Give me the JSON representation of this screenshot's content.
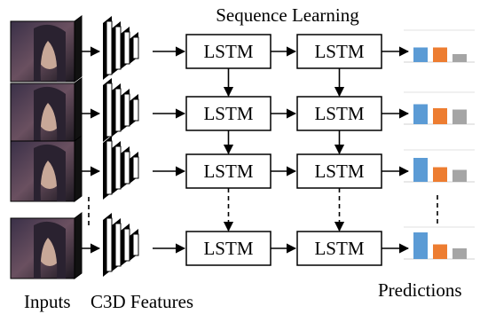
{
  "labels": {
    "sequence_learning": "Sequence Learning",
    "inputs": "Inputs",
    "c3d_features": "C3D Features",
    "predictions": "Predictions"
  },
  "lstm_label": "LSTM",
  "rows": [
    {
      "lstm": [
        "LSTM",
        "LSTM"
      ],
      "bars": [
        0.55,
        0.55,
        0.3
      ]
    },
    {
      "lstm": [
        "LSTM",
        "LSTM"
      ],
      "bars": [
        0.75,
        0.6,
        0.55
      ]
    },
    {
      "lstm": [
        "LSTM",
        "LSTM"
      ],
      "bars": [
        0.9,
        0.55,
        0.45
      ]
    },
    {
      "lstm": [
        "LSTM",
        "LSTM"
      ],
      "bars": [
        1.0,
        0.55,
        0.4
      ]
    }
  ],
  "colors": {
    "bar_blue": "#5b9bd5",
    "bar_orange": "#ed7d31",
    "bar_gray": "#a5a5a5",
    "frame_dark": "#2a2230",
    "skin": "#c8a898"
  }
}
